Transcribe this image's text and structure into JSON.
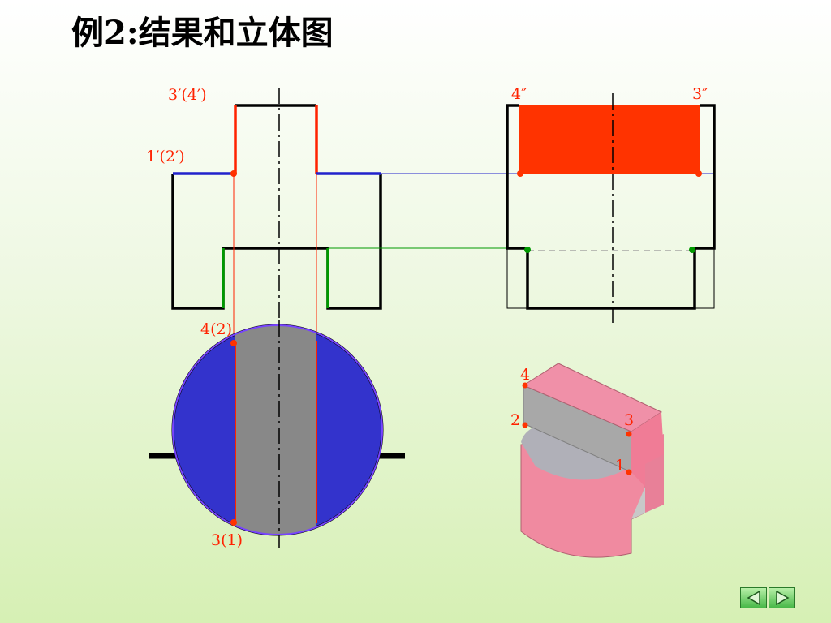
{
  "title": "例2:结果和立体图",
  "labels": {
    "front_top": "3′(4′)",
    "front_mid": "1′(2′)",
    "side_left": "4″",
    "side_right": "3″",
    "top_upper": "4(2)",
    "top_lower": "3(1)",
    "iso_4": "4",
    "iso_2": "2",
    "iso_3": "3",
    "iso_1": "1"
  },
  "colors": {
    "cut_face": "#ff3300",
    "top_view_fill": "#3333cc",
    "slot_fill": "#888888",
    "iso_body": "#f08aa0",
    "iso_cut": "#a8a8a8",
    "point": "#ff3300",
    "green_line": "#009900",
    "blue_line": "#2222cc"
  },
  "nav": {
    "prev_icon": "triangle-left-icon",
    "next_icon": "triangle-right-icon"
  }
}
